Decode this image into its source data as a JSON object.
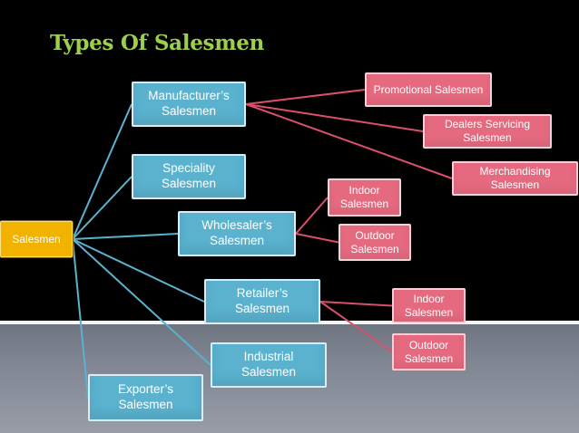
{
  "title": "Types Of Salesmen",
  "colors": {
    "title": "#9ccf4a",
    "root_fill": "#f2b200",
    "level1_fill": "#5ab2cf",
    "level2_fill": "#e56a7f",
    "level1_link": "#5ab2cf",
    "level2_link": "#d8506a"
  },
  "root": {
    "label": "Salesmen"
  },
  "level1": [
    {
      "id": "manufacturer",
      "label": [
        "Manufacturer’s",
        "Salesmen"
      ]
    },
    {
      "id": "speciality",
      "label": [
        "Speciality",
        "Salesmen"
      ]
    },
    {
      "id": "wholesaler",
      "label": [
        "Wholesaler’s",
        "Salesmen"
      ]
    },
    {
      "id": "retailer",
      "label": [
        "Retailer’s",
        "Salesmen"
      ]
    },
    {
      "id": "industrial",
      "label": [
        "Industrial",
        "Salesmen"
      ]
    },
    {
      "id": "exporter",
      "label": [
        "Exporter’s",
        "Salesmen"
      ]
    }
  ],
  "level2": [
    {
      "id": "promotional",
      "parent": "manufacturer",
      "label": [
        "Promotional Salesmen"
      ]
    },
    {
      "id": "dealers-servicing",
      "parent": "manufacturer",
      "label": [
        "Dealers Servicing",
        "Salesmen"
      ]
    },
    {
      "id": "merchandising",
      "parent": "manufacturer",
      "label": [
        "Merchandising",
        "Salesmen"
      ]
    },
    {
      "id": "wholesaler-indoor",
      "parent": "wholesaler",
      "label": [
        "Indoor",
        "Salesmen"
      ]
    },
    {
      "id": "wholesaler-outdoor",
      "parent": "wholesaler",
      "label": [
        "Outdoor",
        "Salesmen"
      ]
    },
    {
      "id": "retailer-indoor",
      "parent": "retailer",
      "label": [
        "Indoor",
        "Salesmen"
      ]
    },
    {
      "id": "retailer-outdoor",
      "parent": "retailer",
      "label": [
        "Outdoor",
        "Salesmen"
      ]
    }
  ]
}
